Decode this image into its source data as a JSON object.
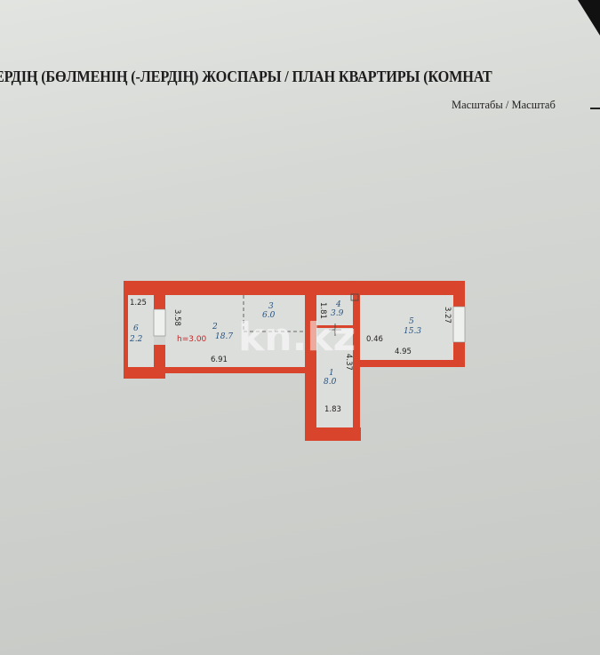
{
  "document": {
    "title": "ЕРДІҢ (БӨЛМЕНІҢ (-ЛЕРДІҢ) ЖОСПАРЫ / ПЛАН КВАРТИРЫ (КОМНАТ",
    "scale_label": "Масштабы / Масштаб"
  },
  "plan": {
    "wall_color": "#d8452c",
    "ceiling_height": "h=3.00",
    "rooms": [
      {
        "number": "6",
        "area": "2.2"
      },
      {
        "number": "2",
        "area": "18.7"
      },
      {
        "number": "3",
        "area": "6.0"
      },
      {
        "number": "4",
        "area": "3.9"
      },
      {
        "number": "5",
        "area": "15.3"
      },
      {
        "number": "1",
        "area": "8.0"
      }
    ],
    "dimensions": [
      "1.25",
      "3.58",
      "6.91",
      "1.81",
      "0.46",
      "4.37",
      "3.27",
      "4.95",
      "1.83"
    ]
  },
  "watermark": "kn.kz"
}
